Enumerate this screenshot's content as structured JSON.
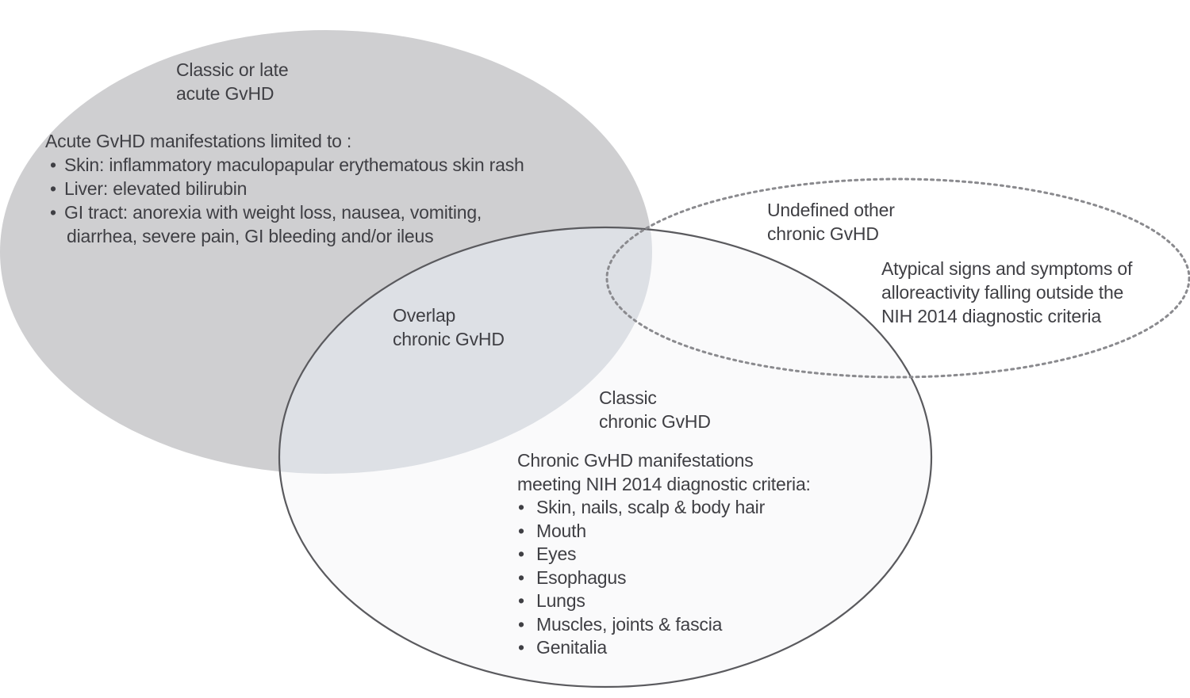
{
  "colors": {
    "acute_fill": "#cfcfd1",
    "overlap_fill": "#dde0e5",
    "chronic_fill": "#fafafb",
    "outline": "#5a5a5e",
    "dashed_outline": "#8a8a8e",
    "text": "#3f3f44"
  },
  "acute": {
    "title_lines": [
      "Classic or late",
      "acute GvHD"
    ],
    "heading": "Acute GvHD manifestations limited to :",
    "items": [
      "Skin: inflammatory maculopapular erythematous skin rash",
      "Liver: elevated bilirubin",
      "GI tract: anorexia with weight loss, nausea, vomiting,"
    ],
    "item_continuation": "diarrhea, severe pain, GI bleeding and/or ileus"
  },
  "overlap": {
    "title_lines": [
      "Overlap",
      "chronic GvHD"
    ]
  },
  "undefined": {
    "title_lines": [
      "Undefined other",
      "chronic GvHD"
    ],
    "description_lines": [
      "Atypical signs and symptoms of",
      "alloreactivity falling outside the",
      "NIH 2014 diagnostic criteria"
    ]
  },
  "chronic": {
    "title_lines": [
      "Classic",
      "chronic GvHD"
    ],
    "heading_lines": [
      "Chronic GvHD manifestations",
      "meeting NIH 2014 diagnostic criteria:"
    ],
    "items": [
      "Skin, nails, scalp & body hair",
      "Mouth",
      "Eyes",
      "Esophagus",
      "Lungs",
      "Muscles, joints & fascia",
      "Genitalia"
    ]
  }
}
